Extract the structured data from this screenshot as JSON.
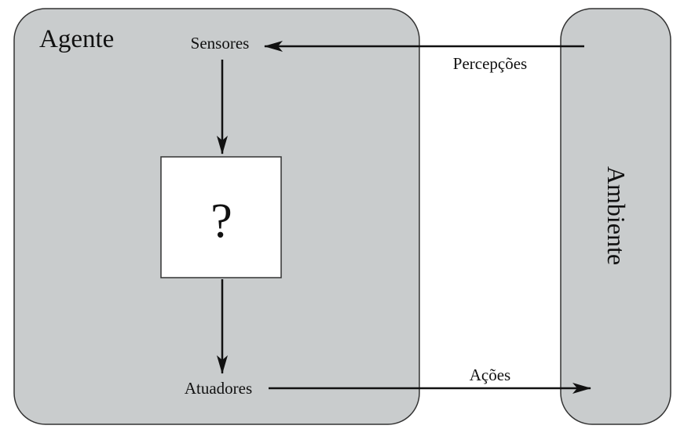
{
  "agent": {
    "label": "Agente"
  },
  "environment": {
    "label": "Ambiente"
  },
  "sensors": {
    "label": "Sensores"
  },
  "actuators": {
    "label": "Atuadores"
  },
  "unknown_box": {
    "label": "?"
  },
  "percepts": {
    "label": "Percepções"
  },
  "actions": {
    "label": "Ações"
  },
  "colors": {
    "box_fill": "#c9cccd",
    "stroke": "#333333",
    "arrow": "#111111"
  }
}
